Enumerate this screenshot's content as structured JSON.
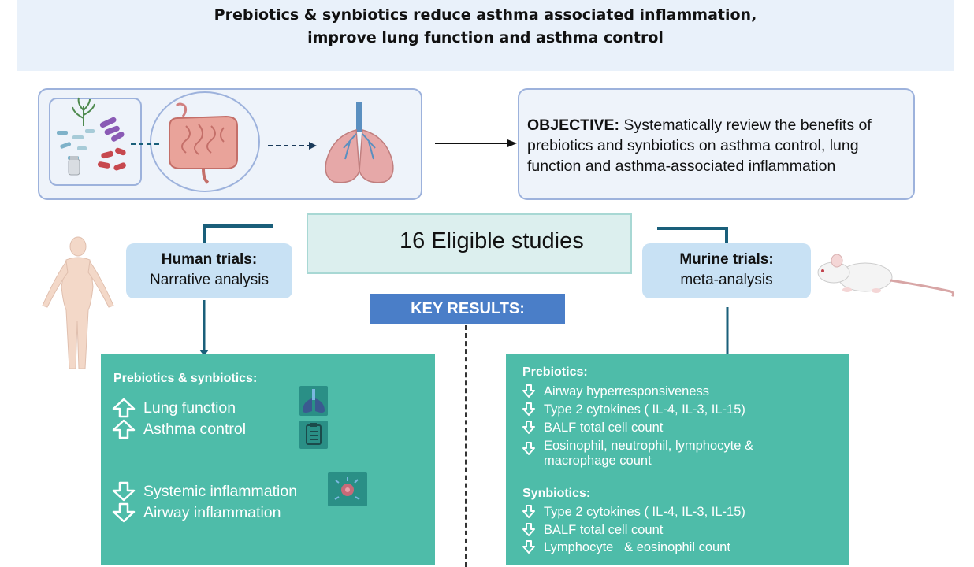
{
  "title": {
    "line1": "Prebiotics & synbiotics reduce asthma associated inflammation,",
    "line2": "improve lung function and asthma control"
  },
  "objective": {
    "label": "OBJECTIVE:",
    "text": " Systematically review the benefits of prebiotics and synbiotics on asthma control, lung function and asthma-associated inflammation"
  },
  "studies": {
    "text": "16 Eligible studies"
  },
  "human": {
    "heading": "Human trials:",
    "sub": "Narrative analysis"
  },
  "murine": {
    "heading": "Murine trials:",
    "sub": "meta-analysis"
  },
  "key_results": "KEY RESULTS:",
  "human_results": {
    "heading": "Prebiotics & synbiotics:",
    "items": [
      {
        "direction": "up",
        "text": "Lung function"
      },
      {
        "direction": "up",
        "text": "Asthma control"
      },
      {
        "direction": "down",
        "text": "Systemic inflammation"
      },
      {
        "direction": "down",
        "text": "Airway inflammation"
      }
    ]
  },
  "murine_results": {
    "prebiotics_heading": "Prebiotics:",
    "prebiotics": [
      {
        "direction": "down",
        "text": "Airway hyperresponsiveness"
      },
      {
        "direction": "down",
        "text": "Type 2 cytokines ( IL-4, IL-3, IL-15)"
      },
      {
        "direction": "down",
        "text": "BALF total cell count"
      },
      {
        "direction": "down",
        "line1": "Eosinophil, neutrophil, lymphocyte &",
        "line2": "macrophage count"
      }
    ],
    "synbiotics_heading": "Synbiotics:",
    "synbiotics": [
      {
        "direction": "down",
        "text": "Type 2 cytokines ( IL-4, IL-3, IL-15)"
      },
      {
        "direction": "down",
        "text": "BALF total cell count"
      },
      {
        "direction": "down",
        "text": "Lymphocyte   & eosinophil count"
      }
    ]
  },
  "colors": {
    "panel": "#4ebca9",
    "key_results": "#4a7ec8",
    "connector": "#1a5f7a",
    "pill": "#c8e1f4",
    "outline": "#9db2dc"
  }
}
